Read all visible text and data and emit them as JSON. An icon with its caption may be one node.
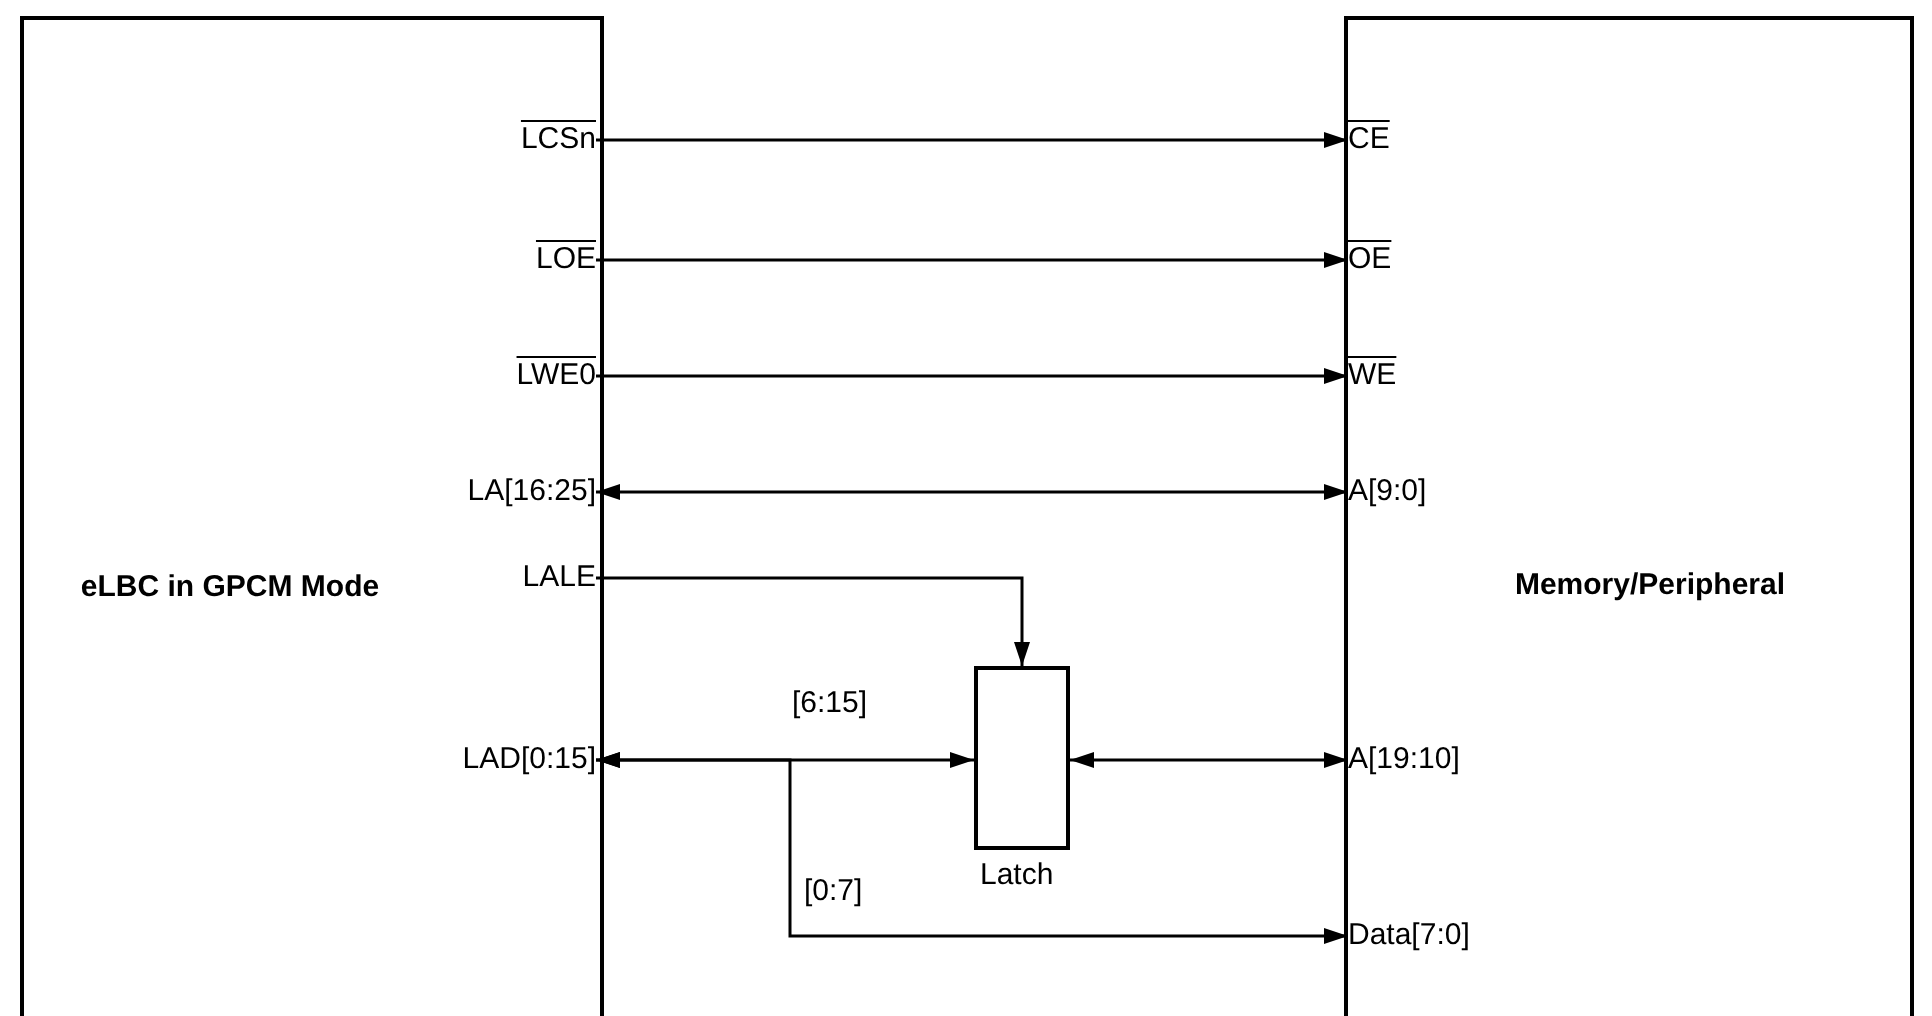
{
  "diagram": {
    "nodes": [
      {
        "text": [
          "eLBC in GPCM Mode"
        ]
      },
      {
        "text": [
          "LCSn"
        ],
        "in": 0
      },
      {
        "text": [
          "LOE"
        ],
        "in": 0
      },
      {
        "text": [
          "LWE0"
        ],
        "in": 0
      },
      {
        "text": [
          "LA[16:25]"
        ],
        "in": 0
      },
      {
        "text": [
          "LALE"
        ],
        "in": 0
      },
      {
        "text": [
          "LAD[0:15]"
        ],
        "in": 0
      },
      {
        "text": [
          "Memory/Peripheral"
        ]
      },
      {
        "text": [
          "CE"
        ],
        "in": 7
      },
      {
        "text": [
          "OE"
        ],
        "in": 7
      },
      {
        "text": [
          "WE"
        ],
        "in": 7
      },
      {
        "text": [
          "A[9:0]"
        ],
        "in": 7
      },
      {
        "text": [
          "A[19:10]"
        ],
        "in": 7
      },
      {
        "text": [
          "Data[7:0]"
        ],
        "in": 7
      },
      {
        "text": [],
        "shape": "box",
        "beside": [
          "Latch"
        ]
      }
    ],
    "edges": [
      {
        "from": 1,
        "to": 8,
        "arrow": "to"
      },
      {
        "from": 2,
        "to": 9,
        "arrow": "to"
      },
      {
        "from": 3,
        "to": 10,
        "arrow": "to"
      },
      {
        "from": 4,
        "to": 11,
        "arrow": "both"
      },
      {
        "from": 5,
        "to": 14,
        "arrow": "to"
      },
      {
        "from": 6,
        "to": 14,
        "arrow": "both",
        "label": "[6:15]"
      },
      {
        "from": 14,
        "to": 12,
        "arrow": "both"
      },
      {
        "from": 6,
        "to": 13,
        "arrow": "both",
        "label": "[0:7]"
      }
    ]
  }
}
